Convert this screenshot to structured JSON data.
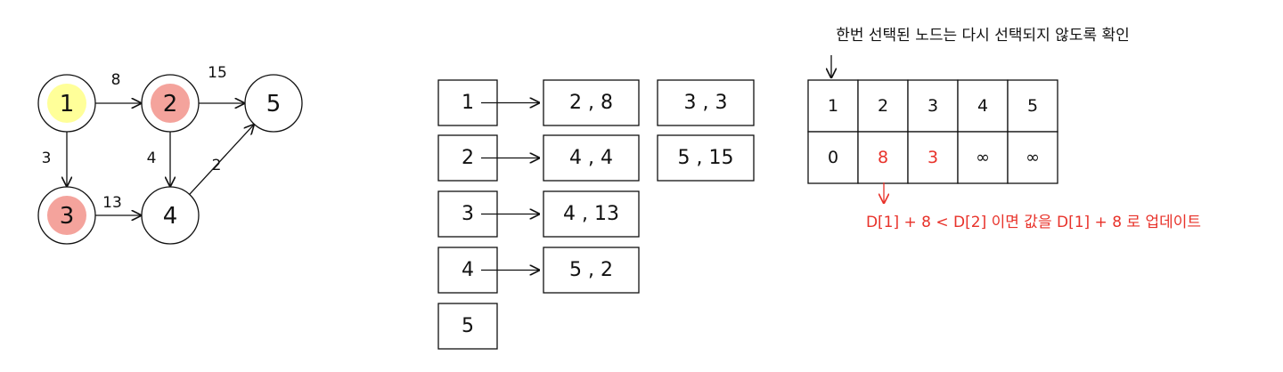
{
  "graph": {
    "nodes": [
      {
        "id": "1",
        "label": "1",
        "fill": "#ffff99"
      },
      {
        "id": "2",
        "label": "2",
        "fill": "#f4a39c"
      },
      {
        "id": "3",
        "label": "3",
        "fill": "#f4a39c"
      },
      {
        "id": "4",
        "label": "4",
        "fill": ""
      },
      {
        "id": "5",
        "label": "5",
        "fill": ""
      }
    ],
    "edges": [
      {
        "from": "1",
        "to": "2",
        "weight": "8"
      },
      {
        "from": "2",
        "to": "5",
        "weight": "15"
      },
      {
        "from": "1",
        "to": "3",
        "weight": "3"
      },
      {
        "from": "2",
        "to": "4",
        "weight": "4"
      },
      {
        "from": "4",
        "to": "5",
        "weight": "2"
      },
      {
        "from": "3",
        "to": "4",
        "weight": "13"
      }
    ]
  },
  "adjacency": {
    "rows": [
      {
        "node": "1",
        "entries": [
          "2 , 8",
          "3 , 3"
        ]
      },
      {
        "node": "2",
        "entries": [
          "4 , 4",
          "5 , 15"
        ]
      },
      {
        "node": "3",
        "entries": [
          "4 , 13"
        ]
      },
      {
        "node": "4",
        "entries": [
          "5 , 2"
        ]
      },
      {
        "node": "5",
        "entries": []
      }
    ]
  },
  "distance_table": {
    "top_note": "한번 선택된 노드는 다시 선택되지 않도록 확인",
    "headers": [
      "1",
      "2",
      "3",
      "4",
      "5"
    ],
    "values": [
      "0",
      "8",
      "3",
      "∞",
      "∞"
    ],
    "value_colors": [
      "#111111",
      "#e8322a",
      "#e8322a",
      "#111111",
      "#111111"
    ],
    "bottom_note": "D[1] + 8 < D[2] 이면 값을 D[1] + 8 로 업데이트",
    "highlight_color": "#e8322a"
  }
}
